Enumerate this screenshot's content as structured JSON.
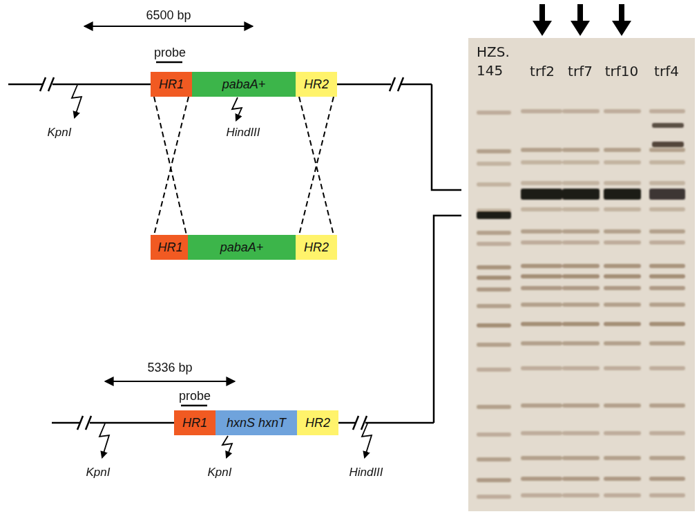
{
  "diagram": {
    "nodes": [
      {
        "text": [
          "HR1"
        ]
      },
      {
        "text": [
          "pabaA+"
        ]
      },
      {
        "text": [
          "HR2"
        ]
      },
      {
        "text": [
          "HR1"
        ]
      },
      {
        "text": [
          "pabaA+"
        ]
      },
      {
        "text": [
          "HR2"
        ]
      },
      {
        "text": [
          "HR1"
        ]
      },
      {
        "text": [
          "hxnS hxnT"
        ]
      },
      {
        "text": [
          "HR2"
        ]
      }
    ],
    "edges": [
      {
        "from": 0,
        "to": 3,
        "arrow": "none"
      },
      {
        "from": 2,
        "to": 5,
        "arrow": "none"
      }
    ],
    "labels": [
      "6500 bp",
      "probe",
      "KpnI",
      "HindIII",
      "5336 bp",
      "probe",
      "KpnI",
      "KpnI",
      "HindIII",
      "HZS. 145",
      "trf2",
      "trf7",
      "trf10",
      "trf4"
    ]
  }
}
